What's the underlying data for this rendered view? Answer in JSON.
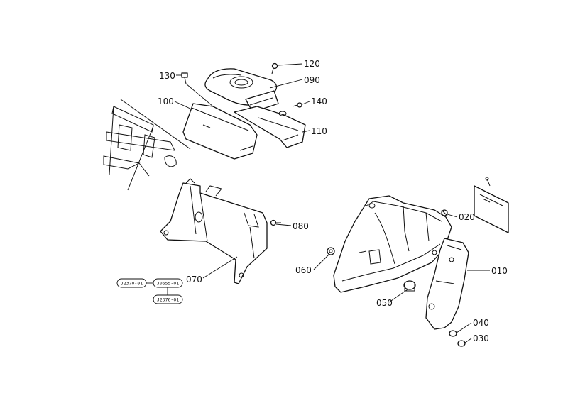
{
  "callouts": {
    "p010": "010",
    "p020": "020",
    "p030": "030",
    "p040": "040",
    "p050": "050",
    "p060": "060",
    "p070": "070",
    "p080": "080",
    "p090": "090",
    "p100": "100",
    "p110": "110",
    "p120": "120",
    "p130": "130",
    "p140": "140"
  },
  "reference_codes": {
    "left": "J2370-01",
    "middle": "J0655-01",
    "bottom": "J2376-01"
  },
  "colors": {
    "line": "#111111",
    "background": "#ffffff"
  }
}
